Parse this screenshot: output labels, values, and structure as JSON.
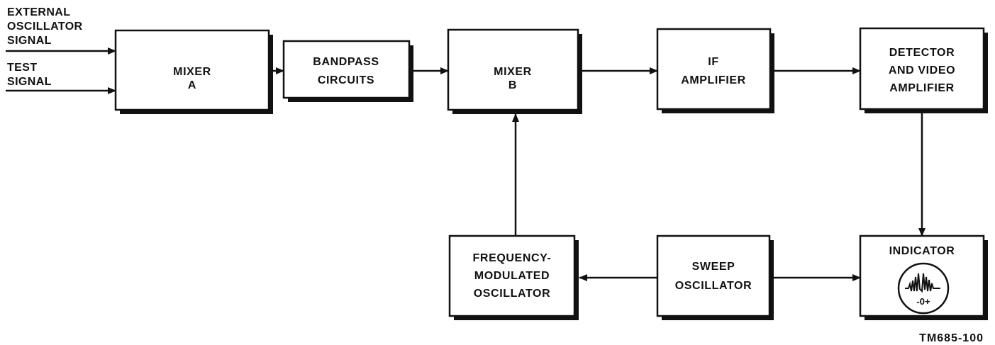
{
  "inputs": {
    "external_oscillator": [
      "EXTERNAL",
      "OSCILLATOR",
      "SIGNAL"
    ],
    "test_signal": [
      "TEST",
      "SIGNAL"
    ]
  },
  "blocks": {
    "mixer_a": [
      "MIXER",
      "A"
    ],
    "bandpass": [
      "BANDPASS",
      "CIRCUITS"
    ],
    "mixer_b": [
      "MIXER",
      "B"
    ],
    "if_amplifier": [
      "IF",
      "AMPLIFIER"
    ],
    "detector": [
      "DETECTOR",
      "AND VIDEO",
      "AMPLIFIER"
    ],
    "fm_oscillator": [
      "FREQUENCY-",
      "MODULATED",
      "OSCILLATOR"
    ],
    "sweep_oscillator": [
      "SWEEP",
      "OSCILLATOR"
    ],
    "indicator": [
      "INDICATOR"
    ]
  },
  "indicator_scale": "-0+",
  "figure_code": "TM685-100"
}
